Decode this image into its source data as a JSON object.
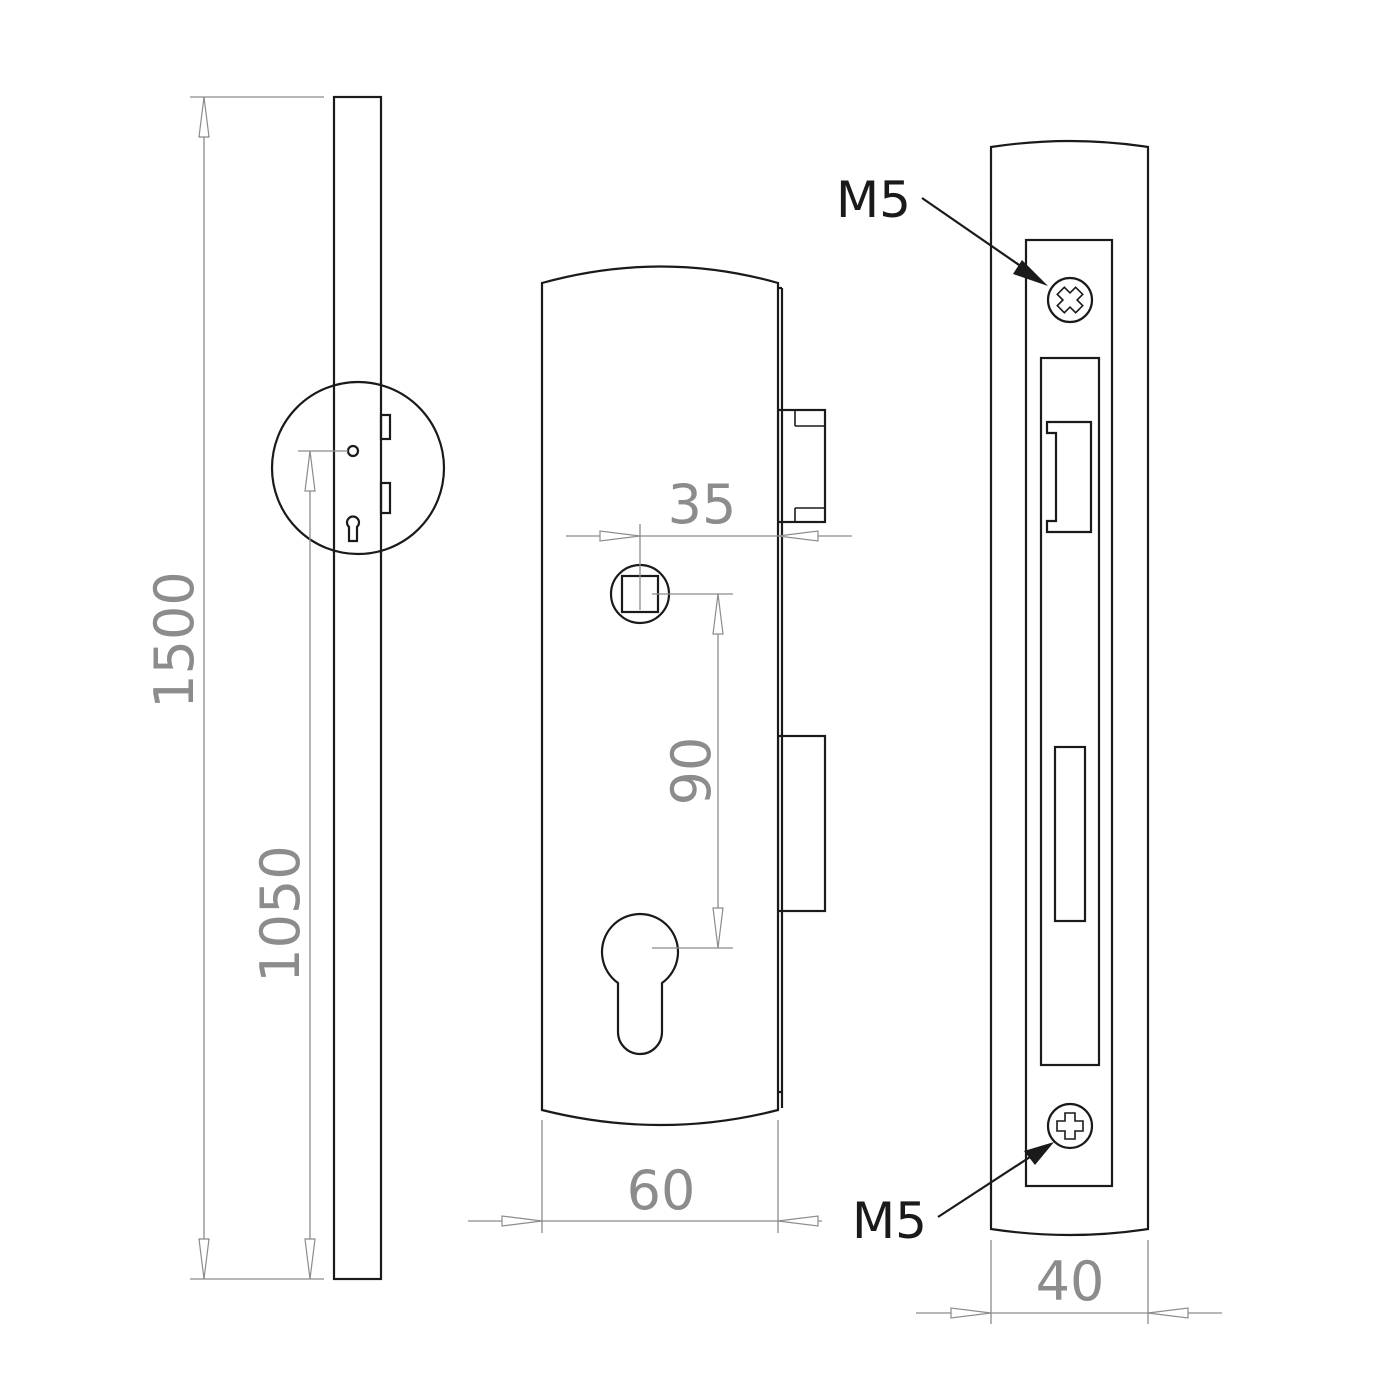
{
  "dimensions": {
    "overall_height": "1500",
    "handle_height": "1050",
    "backset": "35",
    "center_distance": "90",
    "faceplate_width": "60",
    "strike_width": "40"
  },
  "callouts": {
    "screw_top": "M5",
    "screw_bottom": "M5"
  }
}
